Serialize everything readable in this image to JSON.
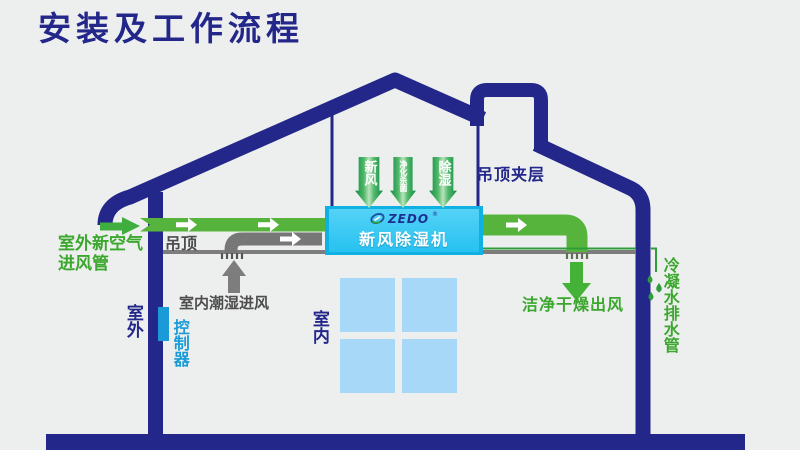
{
  "title": "安装及工作流程",
  "unit": {
    "brand": "ZEDO",
    "reg_mark": "®",
    "name": "新风除湿机"
  },
  "badges": [
    {
      "label": "新风"
    },
    {
      "label": "净化杀菌"
    },
    {
      "label": "除湿"
    }
  ],
  "labels": {
    "intake_line1": "室外新空气",
    "intake_line2": "进风管",
    "ceiling": "吊顶",
    "ceiling_interlayer": "吊顶夹层",
    "indoor_return": "室内潮湿进风",
    "outdoor": "室外",
    "controller": "控制器",
    "indoor": "室内",
    "clean_outlet": "洁净干燥出风",
    "condensate_pipe": "冷凝水排水管"
  },
  "colors": {
    "house_outline": "#23278a",
    "flow_green": "#56b43c",
    "label_green": "#3ca72e",
    "unit_cyan": "#2fc3ef",
    "window_blue": "#a8d8f7",
    "controller_blue": "#1a9bd7",
    "duct_gray": "#777777",
    "background": "#edefee"
  }
}
